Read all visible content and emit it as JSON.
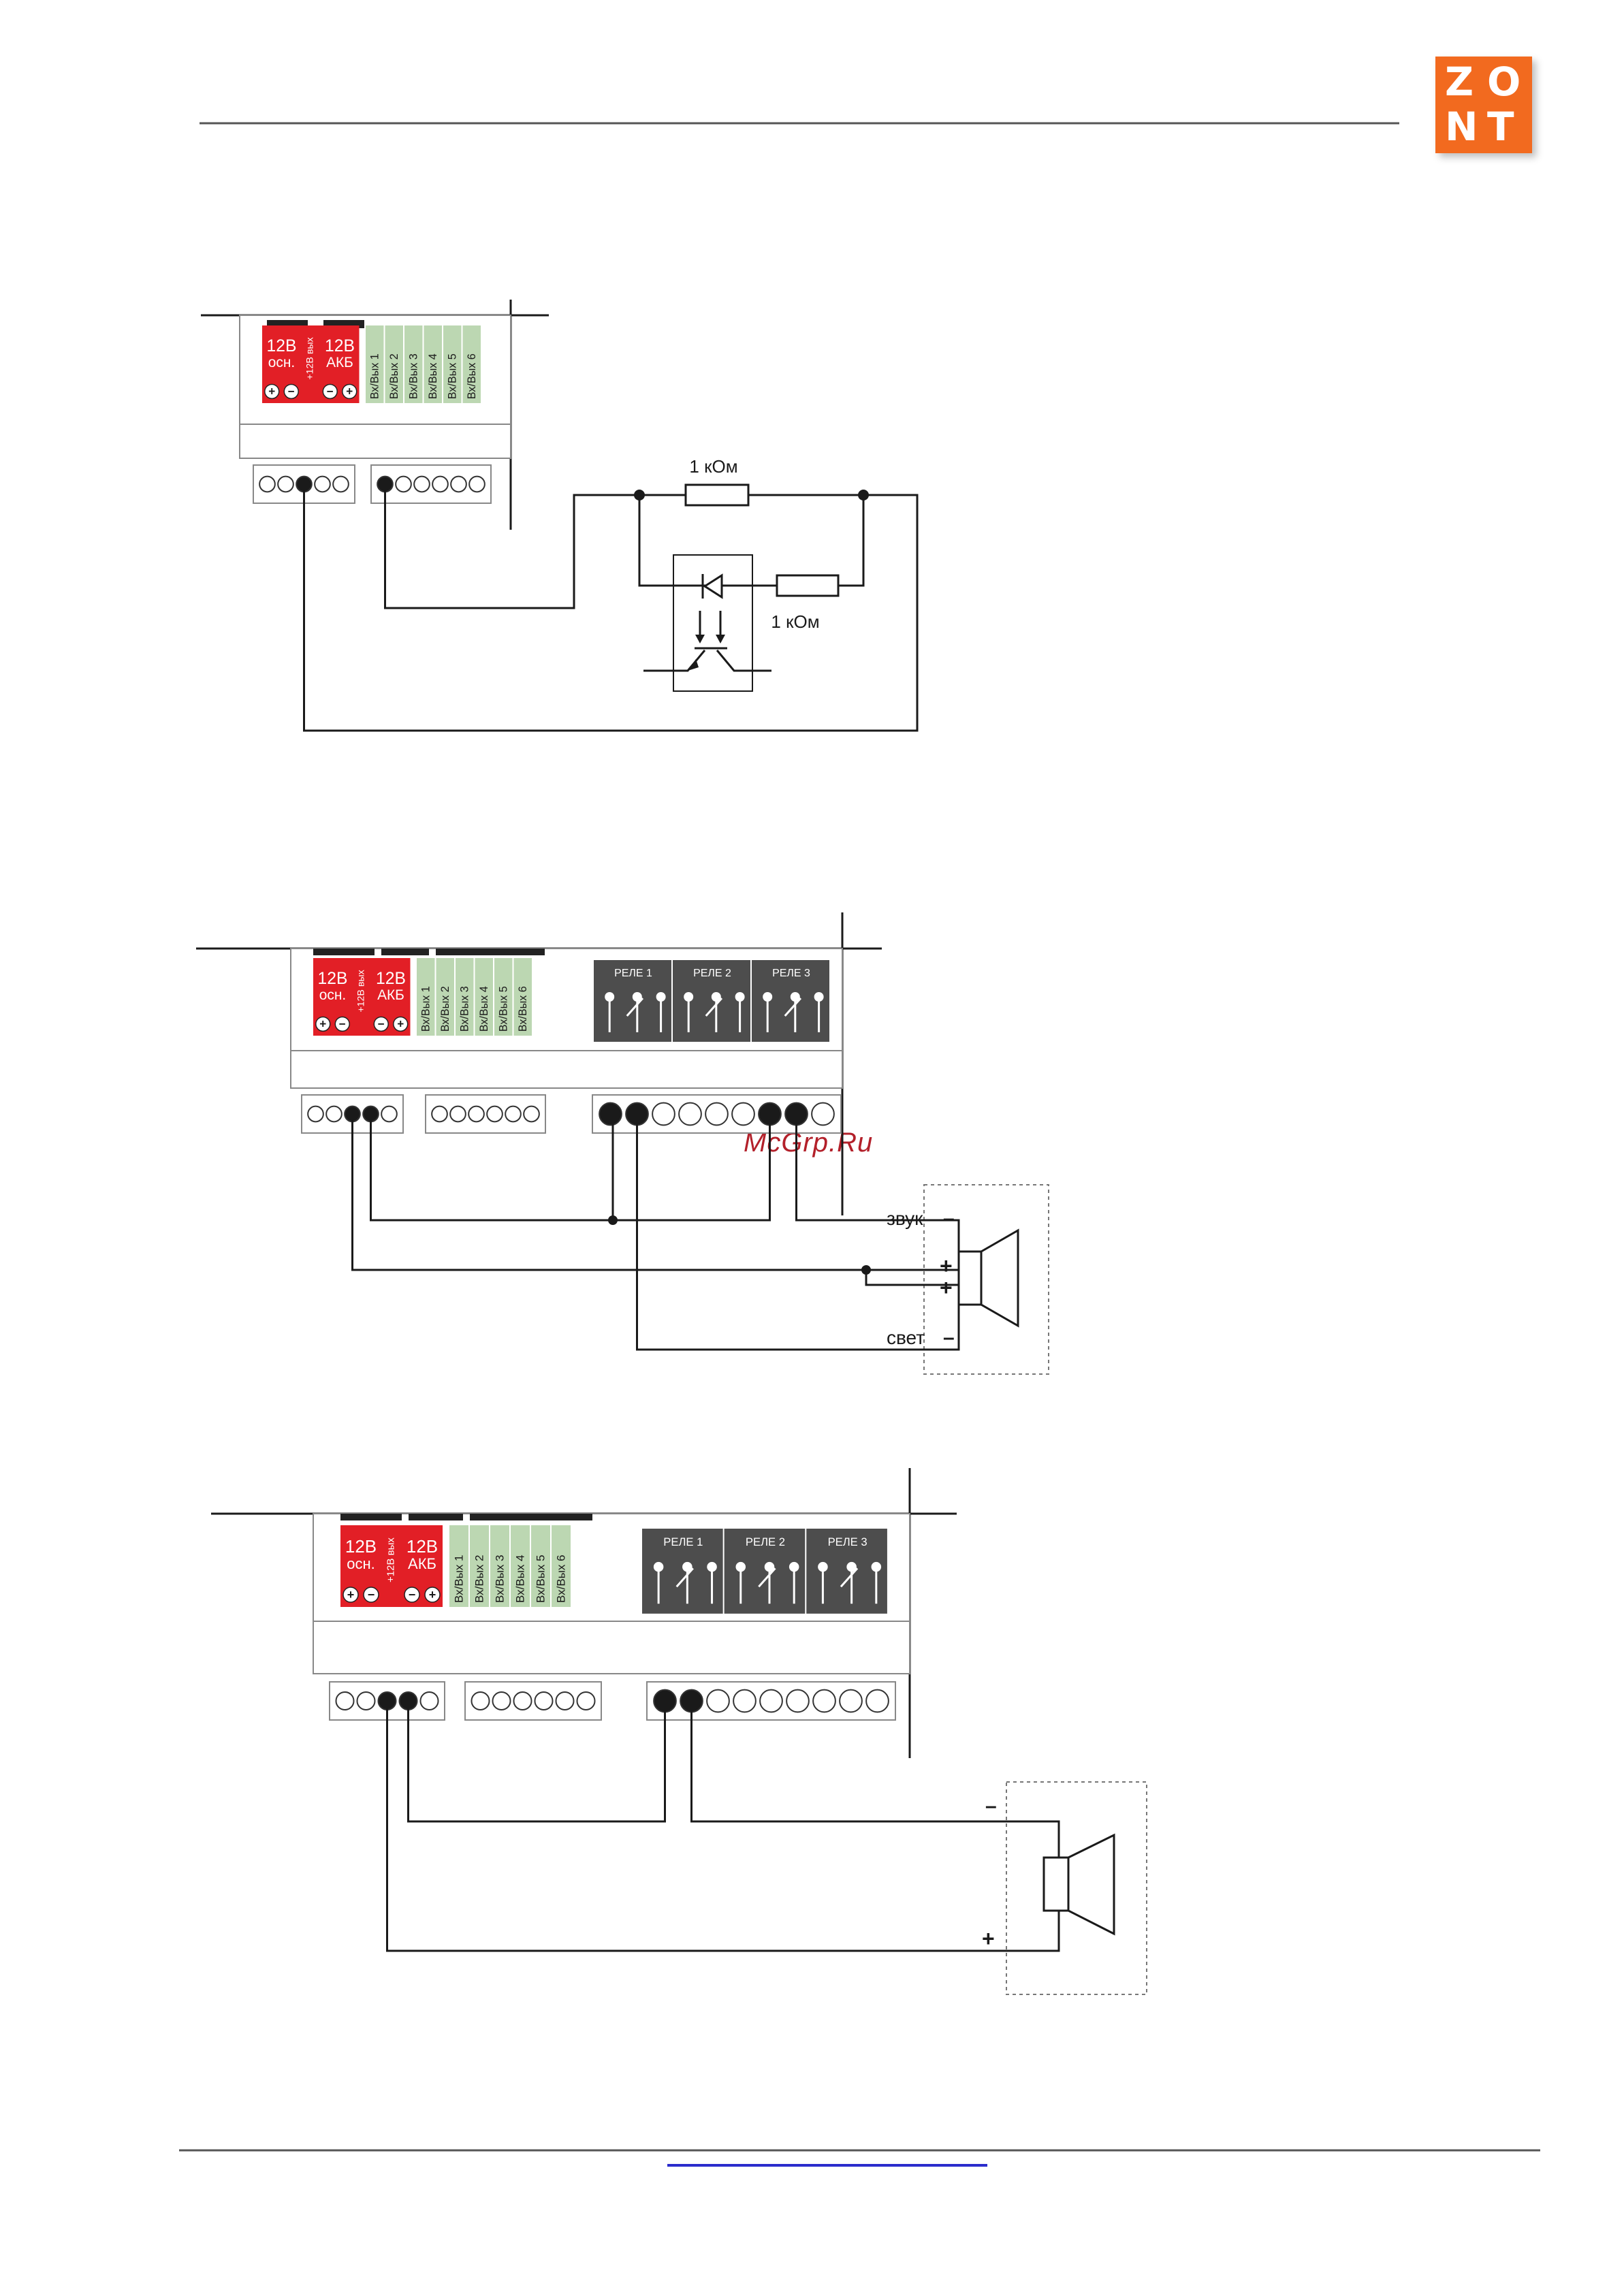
{
  "logo": {
    "letters": [
      "Z",
      "O",
      "N",
      "T"
    ],
    "color": "#f26a1f"
  },
  "watermark": "McGrp.Ru",
  "colors": {
    "power": "#e21f26",
    "io": "#bcd7b2",
    "relay": "#4d4d4d",
    "wire": "#1a1a1a"
  },
  "controller": {
    "power_main": [
      "12В",
      "осн."
    ],
    "power_out": "+12В вых",
    "power_bat": [
      "12В",
      "АКБ"
    ],
    "io_labels": [
      "Вх/Вых 1",
      "Вх/Вых 2",
      "Вх/Вых 3",
      "Вх/Вых 4",
      "Вх/Вых 5",
      "Вх/Вых 6"
    ],
    "relay_labels": [
      "РЕЛЕ 1",
      "РЕЛЕ 2",
      "РЕЛЕ 3"
    ]
  },
  "diagram1": {
    "resistor1": "1 кОм",
    "resistor2": "1 кОм"
  },
  "diagram2": {
    "sound": "звук",
    "light": "свет",
    "minus": "–",
    "plus": "+"
  },
  "diagram3": {
    "minus": "–",
    "plus": "+"
  }
}
